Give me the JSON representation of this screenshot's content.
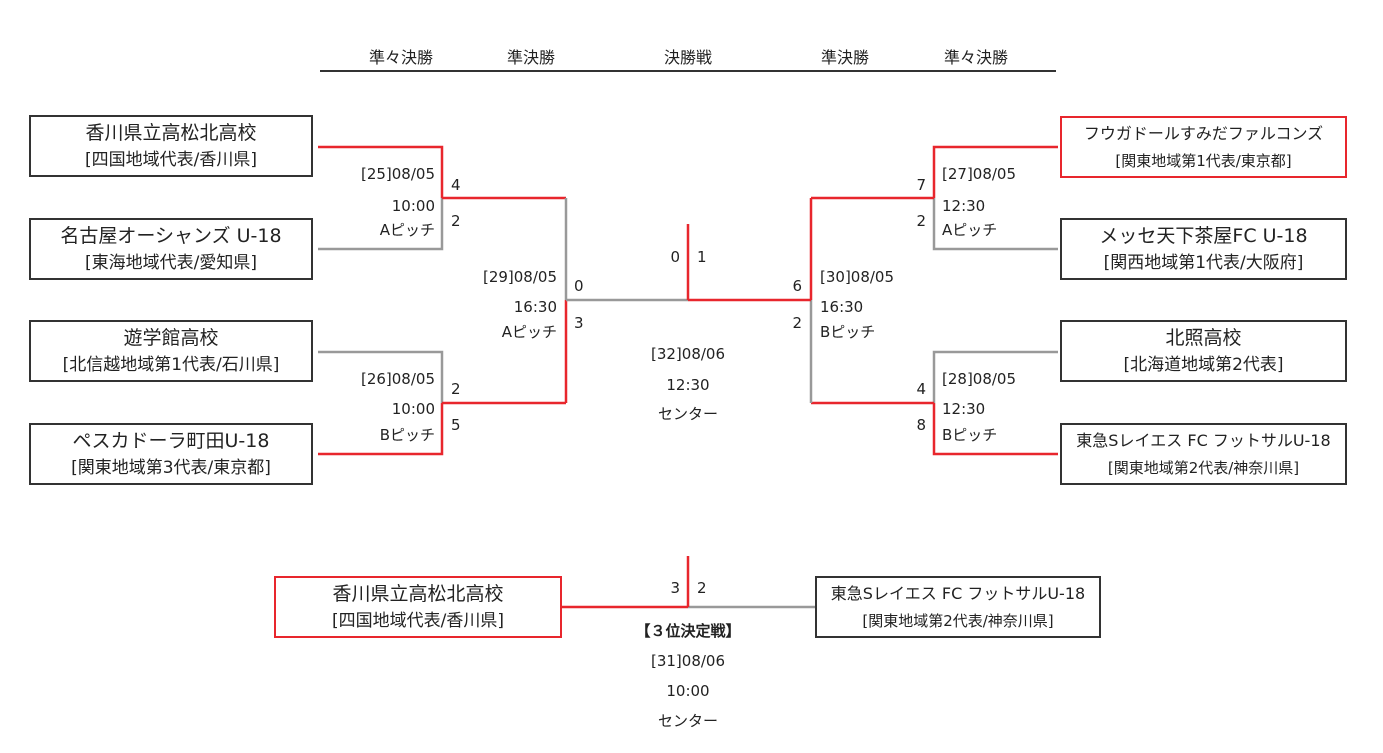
{
  "headers": [
    "準々決勝",
    "準決勝",
    "決勝戦",
    "準決勝",
    "準々決勝"
  ],
  "teams": {
    "takamatsu_kita": {
      "name": "香川県立高松北高校",
      "region": "[四国地域代表/香川県]"
    },
    "nagoya_oceans": {
      "name": "名古屋オーシャンズ U-18",
      "region": "[東海地域代表/愛知県]"
    },
    "yugakukan": {
      "name": "遊学館高校",
      "region": "[北信越地域第1代表/石川県]"
    },
    "pescadola": {
      "name": "ペスカドーラ町田U-18",
      "region": "[関東地域第3代表/東京都]"
    },
    "fugador": {
      "name": "フウガドールすみだファルコンズ",
      "region": "[関東地域第1代表/東京都]"
    },
    "messe": {
      "name": "メッセ天下茶屋FC U-18",
      "region": "[関西地域第1代表/大阪府]"
    },
    "hokusho": {
      "name": "北照高校",
      "region": "[北海道地域第2代表]"
    },
    "tokyu": {
      "name": "東急Sレイエス FC フットサルU-18",
      "region": "[関東地域第2代表/神奈川県]"
    }
  },
  "matches": {
    "m25": {
      "date": "[25]08/05",
      "time": "10:00",
      "venue": "Aピッチ",
      "score_top": "4",
      "score_bottom": "2"
    },
    "m26": {
      "date": "[26]08/05",
      "time": "10:00",
      "venue": "Bピッチ",
      "score_top": "2",
      "score_bottom": "5"
    },
    "m27": {
      "date": "[27]08/05",
      "time": "12:30",
      "venue": "Aピッチ",
      "score_top": "7",
      "score_bottom": "2"
    },
    "m28": {
      "date": "[28]08/05",
      "time": "12:30",
      "venue": "Bピッチ",
      "score_top": "4",
      "score_bottom": "8"
    },
    "m29": {
      "date": "[29]08/05",
      "time": "16:30",
      "venue": "Aピッチ",
      "score_top": "0",
      "score_bottom": "3"
    },
    "m30": {
      "date": "[30]08/05",
      "time": "16:30",
      "venue": "Bピッチ",
      "score_top": "6",
      "score_bottom": "2"
    },
    "m32": {
      "date": "[32]08/06",
      "time": "12:30",
      "venue": "センター",
      "score_left": "0",
      "score_right": "1"
    },
    "m31": {
      "title": "【３位決定戦】",
      "date": "[31]08/06",
      "time": "10:00",
      "venue": "センター",
      "score_left": "3",
      "score_right": "2"
    }
  },
  "colors": {
    "win": "#e8262d",
    "lose": "#999999",
    "border": "#333333"
  }
}
